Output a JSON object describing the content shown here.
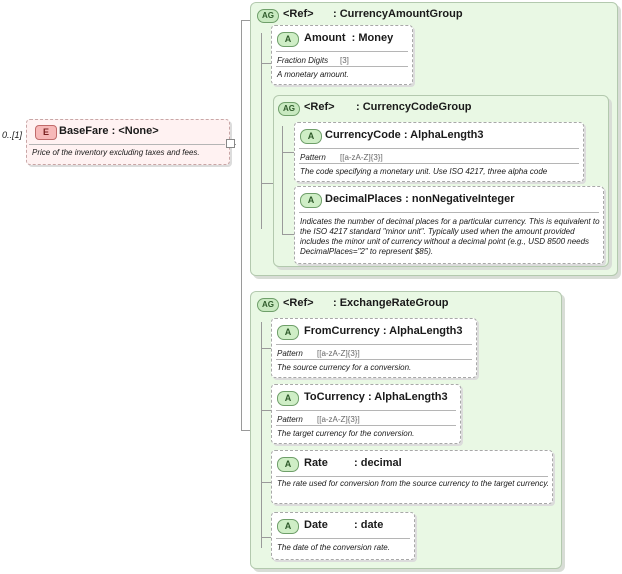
{
  "root": {
    "cardinality": "0..[1]",
    "badge": "E",
    "name": "BaseFare",
    "type": ": <None>",
    "description": "Price of the inventory excluding taxes and fees."
  },
  "currency_amount_group": {
    "badge": "AG",
    "ref": "<Ref>",
    "name": ": CurrencyAmountGroup",
    "amount": {
      "badge": "A",
      "name": "Amount",
      "type": ": Money",
      "facet_label": "Fraction Digits",
      "facet_value": "[3]",
      "description": "A monetary amount."
    },
    "currency_code_group": {
      "badge": "AG",
      "ref": "<Ref>",
      "name": ": CurrencyCodeGroup",
      "currency_code": {
        "badge": "A",
        "name": "CurrencyCode",
        "type": ": AlphaLength3",
        "facet_label": "Pattern",
        "facet_value": "[[a-zA-Z]{3}]",
        "description": "The code specifying a monetary unit. Use ISO 4217, three alpha code"
      },
      "decimal_places": {
        "badge": "A",
        "name": "DecimalPlaces",
        "type": ": nonNegativeInteger",
        "description": "Indicates the number of decimal places for a particular currency. This is equivalent to the ISO 4217 standard \"minor unit\". Typically used when the amount provided includes the minor unit of currency without a decimal point (e.g., USD 8500 needs DecimalPlaces=\"2\" to represent $85)."
      }
    }
  },
  "exchange_rate_group": {
    "badge": "AG",
    "ref": "<Ref>",
    "name": ": ExchangeRateGroup",
    "from_currency": {
      "badge": "A",
      "name": "FromCurrency",
      "type": ": AlphaLength3",
      "facet_label": "Pattern",
      "facet_value": "[[a-zA-Z]{3}]",
      "description": "The source currency for a conversion."
    },
    "to_currency": {
      "badge": "A",
      "name": "ToCurrency",
      "type": ": AlphaLength3",
      "facet_label": "Pattern",
      "facet_value": "[[a-zA-Z]{3}]",
      "description": "The target currency for the conversion."
    },
    "rate": {
      "badge": "A",
      "name": "Rate",
      "type": ": decimal",
      "description": "The rate used for conversion from the source currency to the target currency."
    },
    "date": {
      "badge": "A",
      "name": "Date",
      "type": ": date",
      "description": "The date of the conversion rate."
    }
  }
}
